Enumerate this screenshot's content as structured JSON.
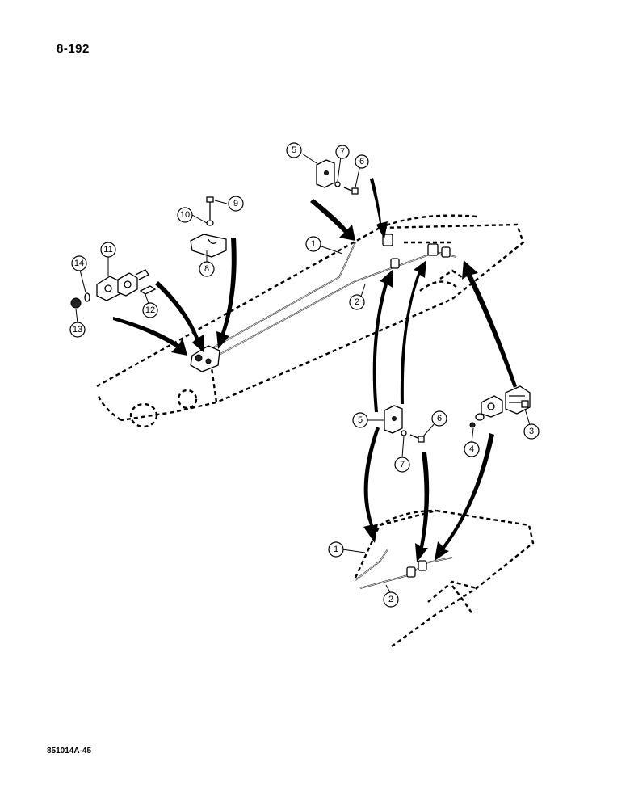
{
  "page_number": "8-192",
  "figure_code": "851014A-45",
  "callouts": {
    "c1a": "1",
    "c2a": "2",
    "c3": "3",
    "c4": "4",
    "c5a": "5",
    "c6a": "6",
    "c7a": "7",
    "c8": "8",
    "c9": "9",
    "c10": "10",
    "c11": "11",
    "c12": "12",
    "c13": "13",
    "c14": "14",
    "c5b": "5",
    "c6b": "6",
    "c7b": "7",
    "c1b": "1",
    "c2b": "2"
  }
}
